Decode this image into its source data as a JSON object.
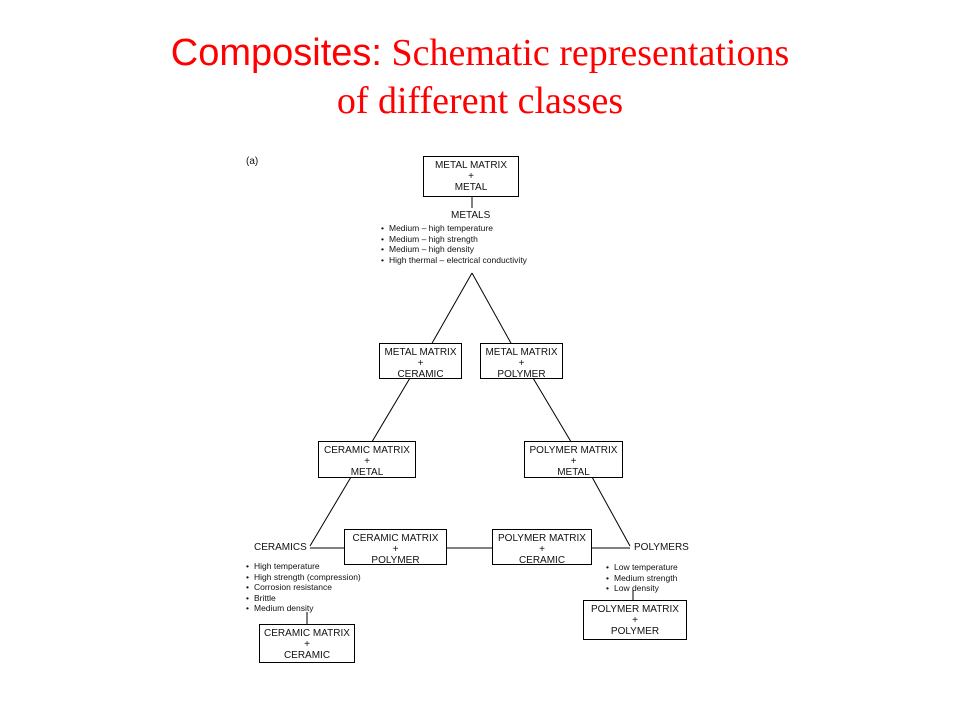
{
  "title": {
    "part1": "Composites:",
    "part2": " Schematic representations",
    "line2": "of different classes"
  },
  "diagram": {
    "panel_label": "(a)",
    "boxes": {
      "mm_metal": {
        "line1": "METAL MATRIX",
        "plus": "+",
        "line2": "METAL"
      },
      "mm_ceramic": {
        "line1": "METAL MATRIX",
        "plus": "+",
        "line2": "CERAMIC"
      },
      "mm_polymer": {
        "line1": "METAL MATRIX",
        "plus": "+",
        "line2": "POLYMER"
      },
      "cm_metal": {
        "line1": "CERAMIC MATRIX",
        "plus": "+",
        "line2": "METAL"
      },
      "pm_metal": {
        "line1": "POLYMER MATRIX",
        "plus": "+",
        "line2": "METAL"
      },
      "cm_polymer": {
        "line1": "CERAMIC MATRIX",
        "plus": "+",
        "line2": "POLYMER"
      },
      "pm_ceramic": {
        "line1": "POLYMER MATRIX",
        "plus": "+",
        "line2": "CERAMIC"
      },
      "cm_ceramic": {
        "line1": "CERAMIC MATRIX",
        "plus": "+",
        "line2": "CERAMIC"
      },
      "pm_polymer": {
        "line1": "POLYMER MATRIX",
        "plus": "+",
        "line2": "POLYMER"
      }
    },
    "metals": {
      "label": "METALS",
      "props": [
        "Medium – high temperature",
        "Medium – high strength",
        "Medium – high density",
        "High thermal – electrical conductivity"
      ]
    },
    "ceramics": {
      "label": "CERAMICS",
      "props": [
        "High temperature",
        "High strength (compression)",
        "Corrosion resistance",
        "Brittle",
        "Medium density"
      ]
    },
    "polymers": {
      "label": "POLYMERS",
      "props": [
        "Low temperature",
        "Medium strength",
        "Low density"
      ]
    }
  }
}
